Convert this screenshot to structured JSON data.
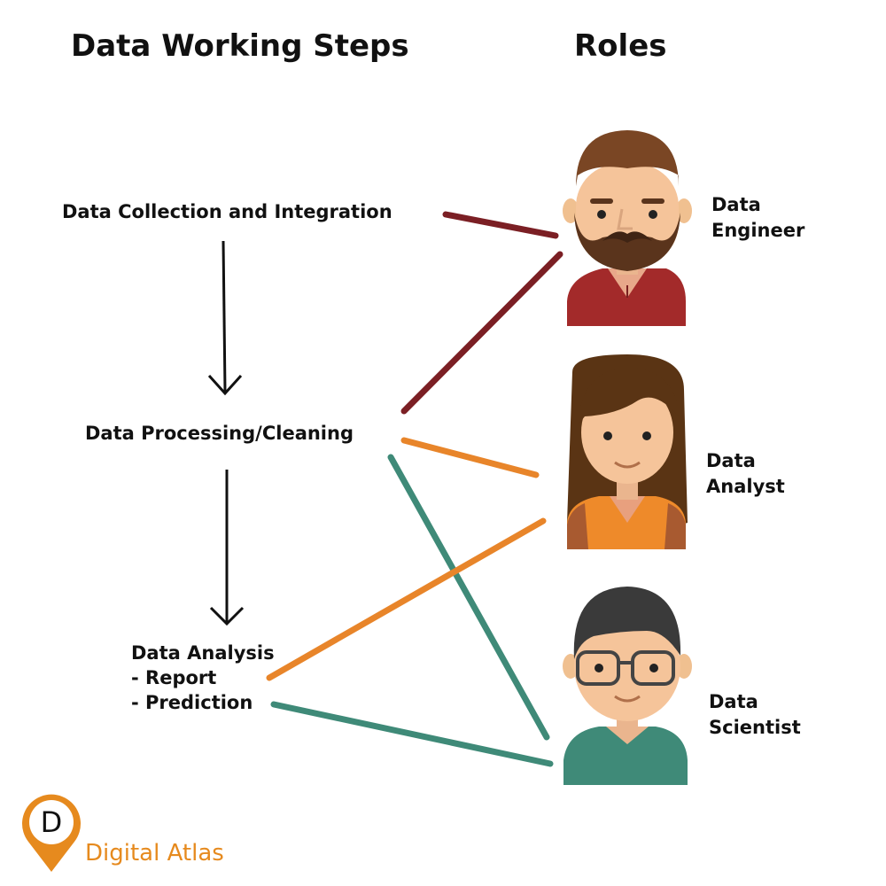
{
  "headings": {
    "steps": "Data Working Steps",
    "roles": "Roles"
  },
  "steps": {
    "collection": "Data Collection and Integration",
    "processing": "Data Processing/Cleaning",
    "analysis": [
      "Data Analysis",
      "- Report",
      "- Prediction"
    ]
  },
  "roles": {
    "engineer": [
      "Data",
      "Engineer"
    ],
    "analyst": [
      "Data",
      "Analyst"
    ],
    "scientist": [
      "Data",
      "Scientist"
    ]
  },
  "colors": {
    "engineer_line": "#7b1f24",
    "analyst_line": "#e8852a",
    "scientist_line": "#3f8a78"
  },
  "brand": {
    "letter": "D",
    "name": "Digital Atlas",
    "color": "#e68a1e"
  }
}
